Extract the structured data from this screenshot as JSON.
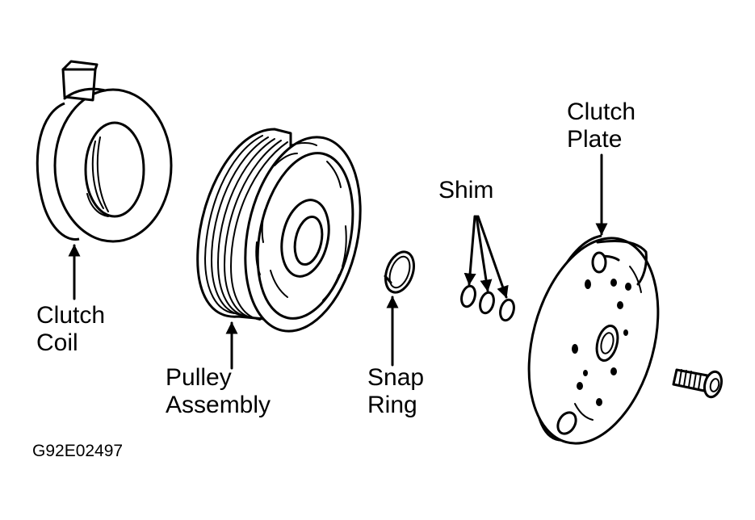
{
  "labels": {
    "clutch_coil": {
      "line1": "Clutch",
      "line2": "Coil"
    },
    "pulley_assembly": {
      "line1": "Pulley",
      "line2": "Assembly"
    },
    "snap_ring": {
      "line1": "Snap",
      "line2": "Ring"
    },
    "shim": "Shim",
    "clutch_plate": {
      "line1": "Clutch",
      "line2": "Plate"
    }
  },
  "figure_code": "G92E02497",
  "colors": {
    "ink": "#000000",
    "background": "#ffffff"
  }
}
